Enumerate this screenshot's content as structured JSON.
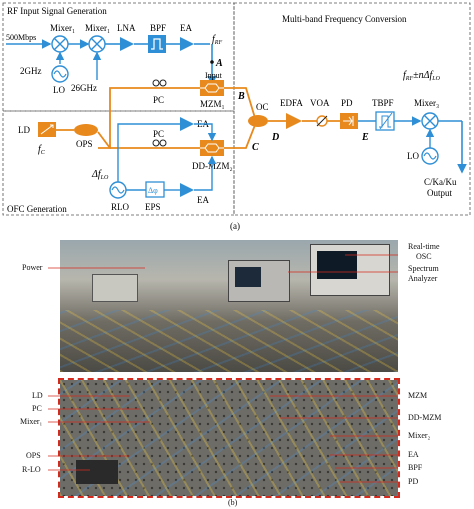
{
  "diagram_a": {
    "panel_label": "(a)",
    "sections": {
      "rf_input": "RF Input Signal Generation",
      "ofc": "OFC Generation",
      "multiband": "Multi-band Frequency Conversion"
    },
    "labels": {
      "mbps": "500Mbps",
      "mixer1": "Mixer₁",
      "mixer1b": "Mixer₁",
      "lna": "LNA",
      "bpf": "BPF",
      "ea_top": "EA",
      "f_rf": "f",
      "f_rf_sub": "RF",
      "input": "Input",
      "ghz2": "2GHz",
      "lo": "LO",
      "ghz26": "26GHz",
      "pc_top": "PC",
      "mzm1": "MZM₁",
      "ld": "LD",
      "f_c": "f",
      "f_c_sub": "C",
      "ops": "OPS",
      "pc_mid": "PC",
      "ea_mid": "EA",
      "dd_mzm2": "DD-MZM₂",
      "delta_flo": "Δf",
      "delta_flo_sub": "LO",
      "rlo": "RLO",
      "eps": "EPS",
      "ea_bot": "EA",
      "oc": "OC",
      "edfa": "EDFA",
      "voa": "VOA",
      "pd": "PD",
      "tbpf": "TBPF",
      "mixer3": "Mixer₃",
      "lo_right": "LO",
      "output_bands": "C/Ka/Ku",
      "output": "Output",
      "point_a": "A",
      "point_b": "B",
      "point_c": "C",
      "point_d": "D",
      "point_e": "E",
      "formula": "f",
      "formula_sub": "RF",
      "formula_rest": "±nΔf",
      "formula_sub2": "LO"
    }
  },
  "photo_b": {
    "panel_label": "(b)",
    "top_left_labels": [
      "Power"
    ],
    "top_right_labels": [
      "Real-time",
      "OSC",
      "Spectrum",
      "Analyzer"
    ],
    "bottom_left_labels": [
      "LD",
      "PC",
      "Mixer₁",
      "OPS",
      "R-LO"
    ],
    "bottom_right_labels": [
      "MZM",
      "DD-MZM",
      "Mixer₂",
      "EA",
      "BPF",
      "PD"
    ]
  },
  "colors": {
    "optical": "#e8891d",
    "electrical": "#2f8fd6",
    "device_orange": "#e8891d",
    "red_frame": "#d42a1e"
  }
}
